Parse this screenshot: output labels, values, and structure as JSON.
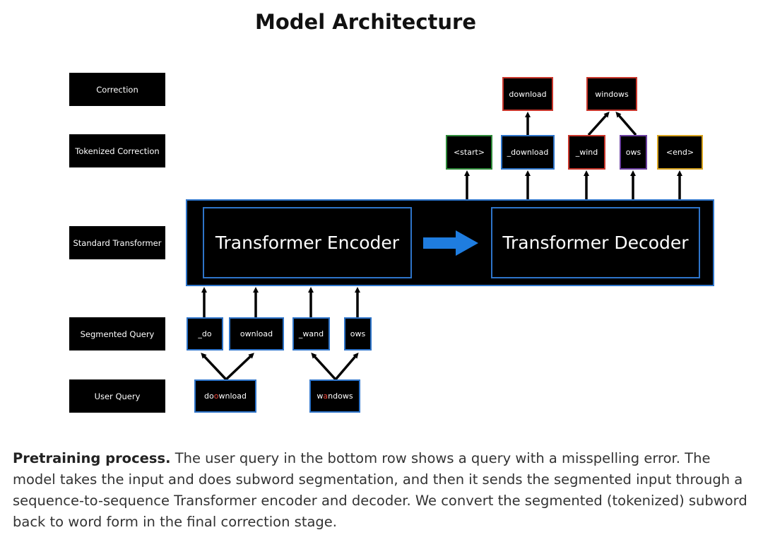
{
  "title": "Model Architecture",
  "row_labels": {
    "correction": "Correction",
    "tokenized": "Tokenized Correction",
    "transformer": "Standard Transformer",
    "segmented": "Segmented Query",
    "user_query": "User Query"
  },
  "encoder": "Transformer Encoder",
  "decoder": "Transformer Decoder",
  "segmented_tokens": [
    "_do",
    "ownload",
    "_wand",
    "ows"
  ],
  "user_queries": [
    {
      "pre": "do",
      "err": "o",
      "post": "wnload"
    },
    {
      "pre": "w",
      "err": "a",
      "post": "ndows"
    }
  ],
  "tokenized_correction": [
    "<start>",
    "_download",
    "_wind",
    "ows",
    "<end>"
  ],
  "corrections": [
    "download",
    "windows"
  ],
  "caption": {
    "bold": "Pretraining process.",
    "text": " The user query in the bottom row shows a query with a misspelling error. The model takes the input and does subword segmentation, and then it sends the segmented input through a sequence-to-sequence Transformer encoder and decoder. We convert the segmented (tokenized) subword back to word form in the final correction stage."
  },
  "colors": {
    "blue": "#2e74c9",
    "arrow_blue": "#1f7de0",
    "green": "#2f8a3a",
    "red": "#c9362b",
    "purple": "#6b3fa0",
    "gold": "#d9a520",
    "error_letter": "#e8463a"
  }
}
